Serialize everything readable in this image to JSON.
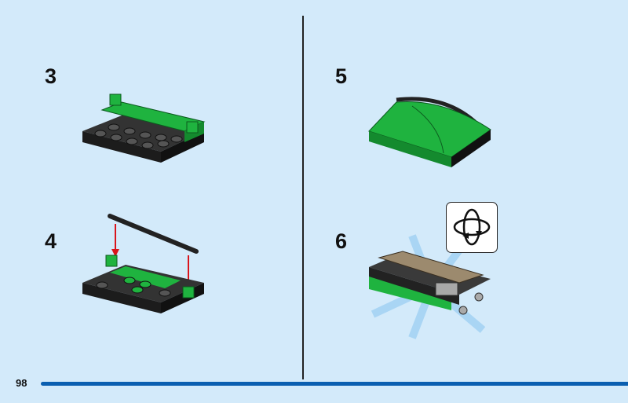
{
  "page_number": "98",
  "steps": [
    {
      "number": "3"
    },
    {
      "number": "4"
    },
    {
      "number": "5"
    },
    {
      "number": "6"
    }
  ],
  "icons": {
    "rotate": "rotate-model-icon",
    "arrow": "down-arrow-icon"
  },
  "colors": {
    "background": "#d3eafa",
    "accent_bar": "#0a5fb0",
    "brick_green": "#1fb33f",
    "brick_black": "#2a2a2a",
    "arrow_red": "#d9141b"
  }
}
